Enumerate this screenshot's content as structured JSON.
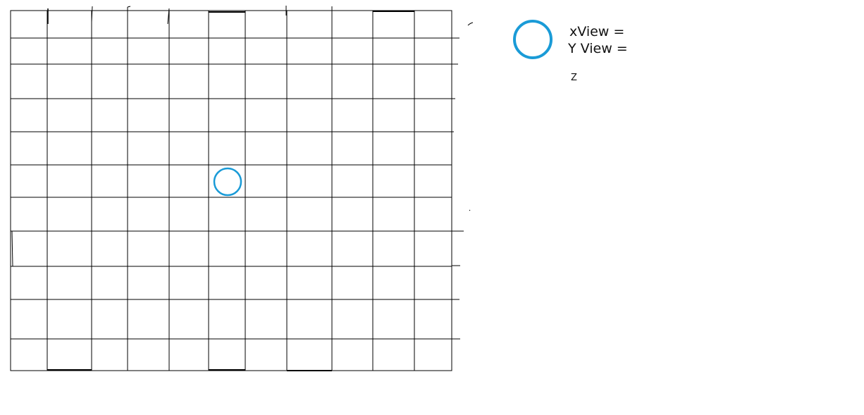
{
  "colors": {
    "grid": "#000000",
    "marker": "#1a9bd7",
    "background": "#ffffff"
  },
  "grid": {
    "columns": 11,
    "rows": 11
  },
  "marker": {
    "column": 6,
    "row": 6
  },
  "legend": {
    "icon": "circle-icon",
    "x_view_label": "xView =",
    "y_view_label": "Y View =",
    "z_label": "Z"
  }
}
